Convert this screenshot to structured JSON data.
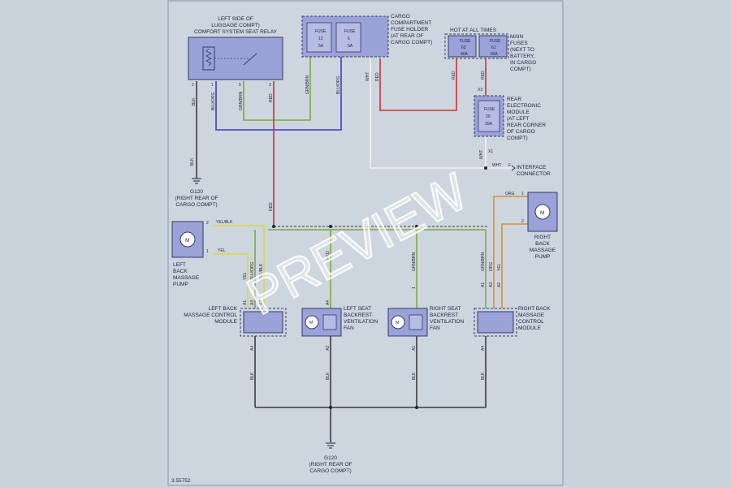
{
  "colors": {
    "background": "#c9d3dc",
    "paper": "#cdd6de",
    "component": "#9aa2d8",
    "wire_red": "#d03030",
    "wire_blue": "#3a3ad0",
    "wire_green": "#7fa83a",
    "wire_yellow": "#d8d838",
    "wire_orange": "#e08a30",
    "wire_white": "#f2f2f2",
    "wire_dark": "#3c3c3c"
  },
  "relay": {
    "lines": [
      "LEFT SIDE OF",
      "LUGGAGE COMPT)",
      "COMFORT SYSTEM SEAT RELAY"
    ],
    "pins": [
      "2",
      "1",
      "5",
      "3"
    ],
    "wires": [
      "BLK",
      "BLU/ORG",
      "GRN/BRN",
      "RED"
    ]
  },
  "cargo_fuse": {
    "lines": [
      "CARGO",
      "COMPARTMENT",
      "FUSE HOLDER",
      "(AT REAR OF",
      "CARGO COMPT)"
    ],
    "fuse1": {
      "label": "FUSE",
      "num": "12",
      "amp": "5A"
    },
    "fuse2": {
      "label": "FUSE",
      "num": "6",
      "amp": "5A"
    },
    "wires": [
      "GRN/BRN",
      "BLU/ORG",
      "WHT",
      "RED"
    ]
  },
  "hot": {
    "title": "HOT AT ALL TIMES",
    "fuse1": {
      "label": "FUSE",
      "num": "63",
      "amp": "40A"
    },
    "fuse2": {
      "label": "FUSE",
      "num": "61",
      "amp": "60A"
    },
    "main_lines": [
      "MAIN",
      "FUSES",
      "(NEXT TO",
      "BATTERY,",
      "IN CARGO",
      "COMPT)"
    ],
    "wires": [
      "RED",
      "RED"
    ]
  },
  "rem": {
    "lines": [
      "REAR",
      "ELECTRONIC",
      "MODULE",
      "(AT LEFT",
      "REAR CORNER",
      "OF CARGO",
      "COMPT)"
    ],
    "fuse": {
      "label": "FUSE",
      "num": "20",
      "amp": "20A"
    },
    "pin_top": "X3",
    "pin_bottom": "X1",
    "wire": "WHT"
  },
  "interface": {
    "wire": "WHT",
    "pin": "F",
    "lines": [
      "INTERFACE",
      "CONNECTOR"
    ]
  },
  "g120_top": {
    "wire": "BLK",
    "lines": [
      "G120",
      "(RIGHT REAR OF",
      "CARGO COMPT)"
    ]
  },
  "left_pump": {
    "lines": [
      "LEFT",
      "BACK",
      "MASSAGE",
      "PUMP"
    ],
    "pin_top": "2",
    "wire_top": "YEL/BLK",
    "pin_bottom": "1",
    "wire_bottom": "YEL"
  },
  "right_pump": {
    "lines": [
      "RIGHT",
      "BACK",
      "MASSAGE",
      "PUMP"
    ],
    "pin_top": "1",
    "wire_top": "ORG",
    "pin_bottom": "2"
  },
  "red_feed": "RED",
  "lbcm": {
    "lines": [
      "LEFT BACK",
      "MASSAGE CONTROL",
      "MODULE"
    ],
    "pins": [
      "A1",
      "A3",
      "A2"
    ],
    "wires": [
      "YEL",
      "BLU/ORG",
      "YEL/BLK"
    ],
    "bottom_pin": "A4",
    "bottom_wire": "BLK"
  },
  "lsf": {
    "lines": [
      "LEFT SEAT",
      "BACKREST",
      "VENTILATION",
      "FAN"
    ],
    "pin": "A4",
    "wire": "RED",
    "bottom_pin": "A3",
    "bottom_wire": "BLK"
  },
  "rsf": {
    "lines": [
      "RIGHT SEAT",
      "BACKREST",
      "VENTILATION",
      "FAN"
    ],
    "pin": "1",
    "wire": "GRN/BRN",
    "bottom_pin": "A1",
    "bottom_wire": "BLK"
  },
  "rbcm": {
    "lines": [
      "RIGHT BACK",
      "MASSAGE",
      "CONTROL",
      "MODULE"
    ],
    "pins": [
      "A1",
      "A3",
      "A2"
    ],
    "wires": [
      "GRN/BRN",
      "ORG",
      "YEL"
    ],
    "bottom_pin": "A4",
    "bottom_wire": "BLK"
  },
  "g120_bottom": {
    "lines": [
      "G120",
      "(RIGHT REAR OF",
      "CARGO COMPT)"
    ]
  },
  "figure_id": "3.55752",
  "watermark": "PREVIEW"
}
